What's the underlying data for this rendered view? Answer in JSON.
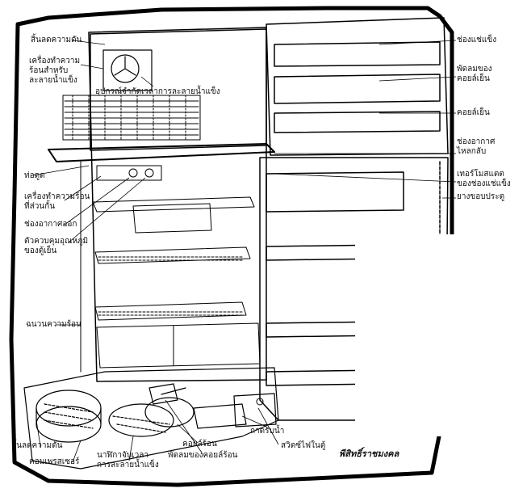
{
  "labels": {
    "cap_tube_top": "สิ้นลดความดัน",
    "defrost_heater": [
      "เครื่องทำความ",
      "ร้อนสำหรับ",
      "ละลายน้ำแข็ง"
    ],
    "defrost_limiter": "อุปกรณ์จำกัดเวลาการละลายน้ำแข็ง",
    "drain_pipe": "ท่อดูด",
    "partition_heater": [
      "เครื่องทำความร้อน",
      "ที่ส่วนกั้น"
    ],
    "air_outlet": "ช่องอากาศออก",
    "fridge_control": [
      "ตัวควบคุมอุณหภูมิ",
      "ของตู้เย็น"
    ],
    "hot_pipe": "ฉนวนความร้อน",
    "cap_tube_bottom": "สิ้นลดความดัน",
    "compressor": "คอมเพรสเซอร์",
    "defrost_timer": [
      "นาฬิกาจับเวลา",
      "การละลายน้ำแข็ง"
    ],
    "condenser": "คอยล์ร้อน",
    "condenser_fan": "พัดลมของคอยล์ร้อน",
    "drip_tray": "ถาดรับน้ำ",
    "light_switch": "สวิตซ์ไฟในตู้",
    "freezer": "ช่องแช่แข็ง",
    "evap_fan": [
      "พัดลมของ",
      "คอยล์เย็น"
    ],
    "evaporator": "คอยล์เย็น",
    "return_air": [
      "ช่องอากาศ",
      "ไหลกลับ"
    ],
    "freezer_thermostat": [
      "เทอร์โมสแตต",
      "ของช่องแช่แข็ง"
    ],
    "door_gasket": "ยางขอบประตู"
  },
  "credit": "พีสิทธิ์ราชมงคล"
}
